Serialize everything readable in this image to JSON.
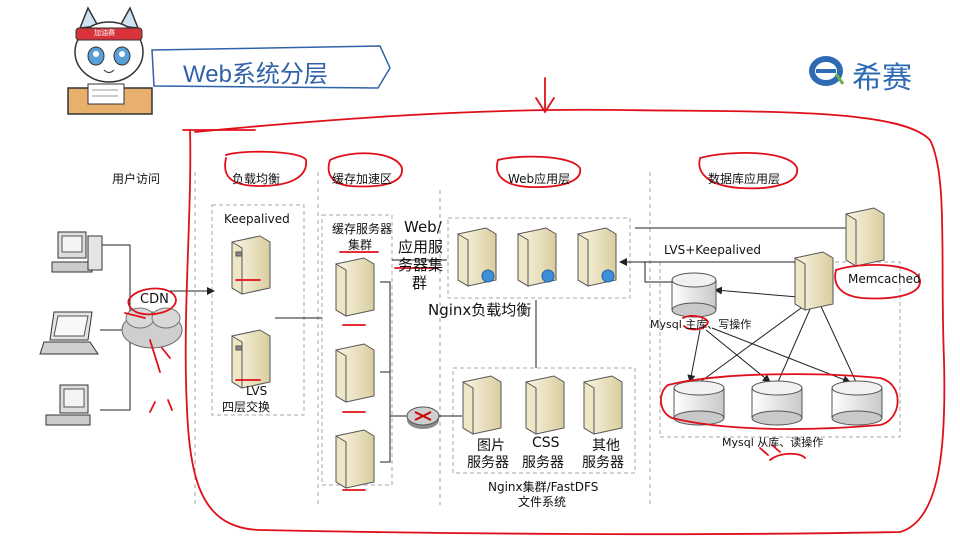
{
  "header": {
    "title": "Web系统分层",
    "brand_text": "希赛",
    "mascot_band_text": "加油赛"
  },
  "columns": {
    "user_access": "用户访问",
    "load_balance": "负载均衡",
    "cache_layer": "缓存加速区",
    "web_layer": "Web应用层",
    "db_layer": "数据库应用层"
  },
  "labels": {
    "cdn": "CDN",
    "keepalived": "Keepalived",
    "lvs": "LVS",
    "lvs_sub": "四层交换",
    "cache_cluster_l1": "缓存服务器",
    "cache_cluster_l2": "集群",
    "web_cluster_l1": "Web/",
    "web_cluster_l2": "应用服",
    "web_cluster_l3": "务器集",
    "web_cluster_l4": "群",
    "nginx_lb": "Nginx负载均衡",
    "img_server_l1": "图片",
    "img_server_l2": "服务器",
    "css_server_l1": "CSS",
    "css_server_l2": "服务器",
    "other_server_l1": "其他",
    "other_server_l2": "服务器",
    "nginx_fs_l1": "Nginx集群/FastDFS",
    "nginx_fs_l2": "文件系统",
    "lvs_keepalived": "LVS+Keepalived",
    "memcached": "Memcached",
    "mysql_master": "Mysql 主库、写操作",
    "mysql_slave": "Mysql 从库、读操作"
  },
  "colors": {
    "title": "#2f62a8",
    "brand": "#2d6bb3",
    "annotation_red": "#e0101a",
    "server_face": "#f1e9c9",
    "dashed": "#9a9a9a"
  }
}
